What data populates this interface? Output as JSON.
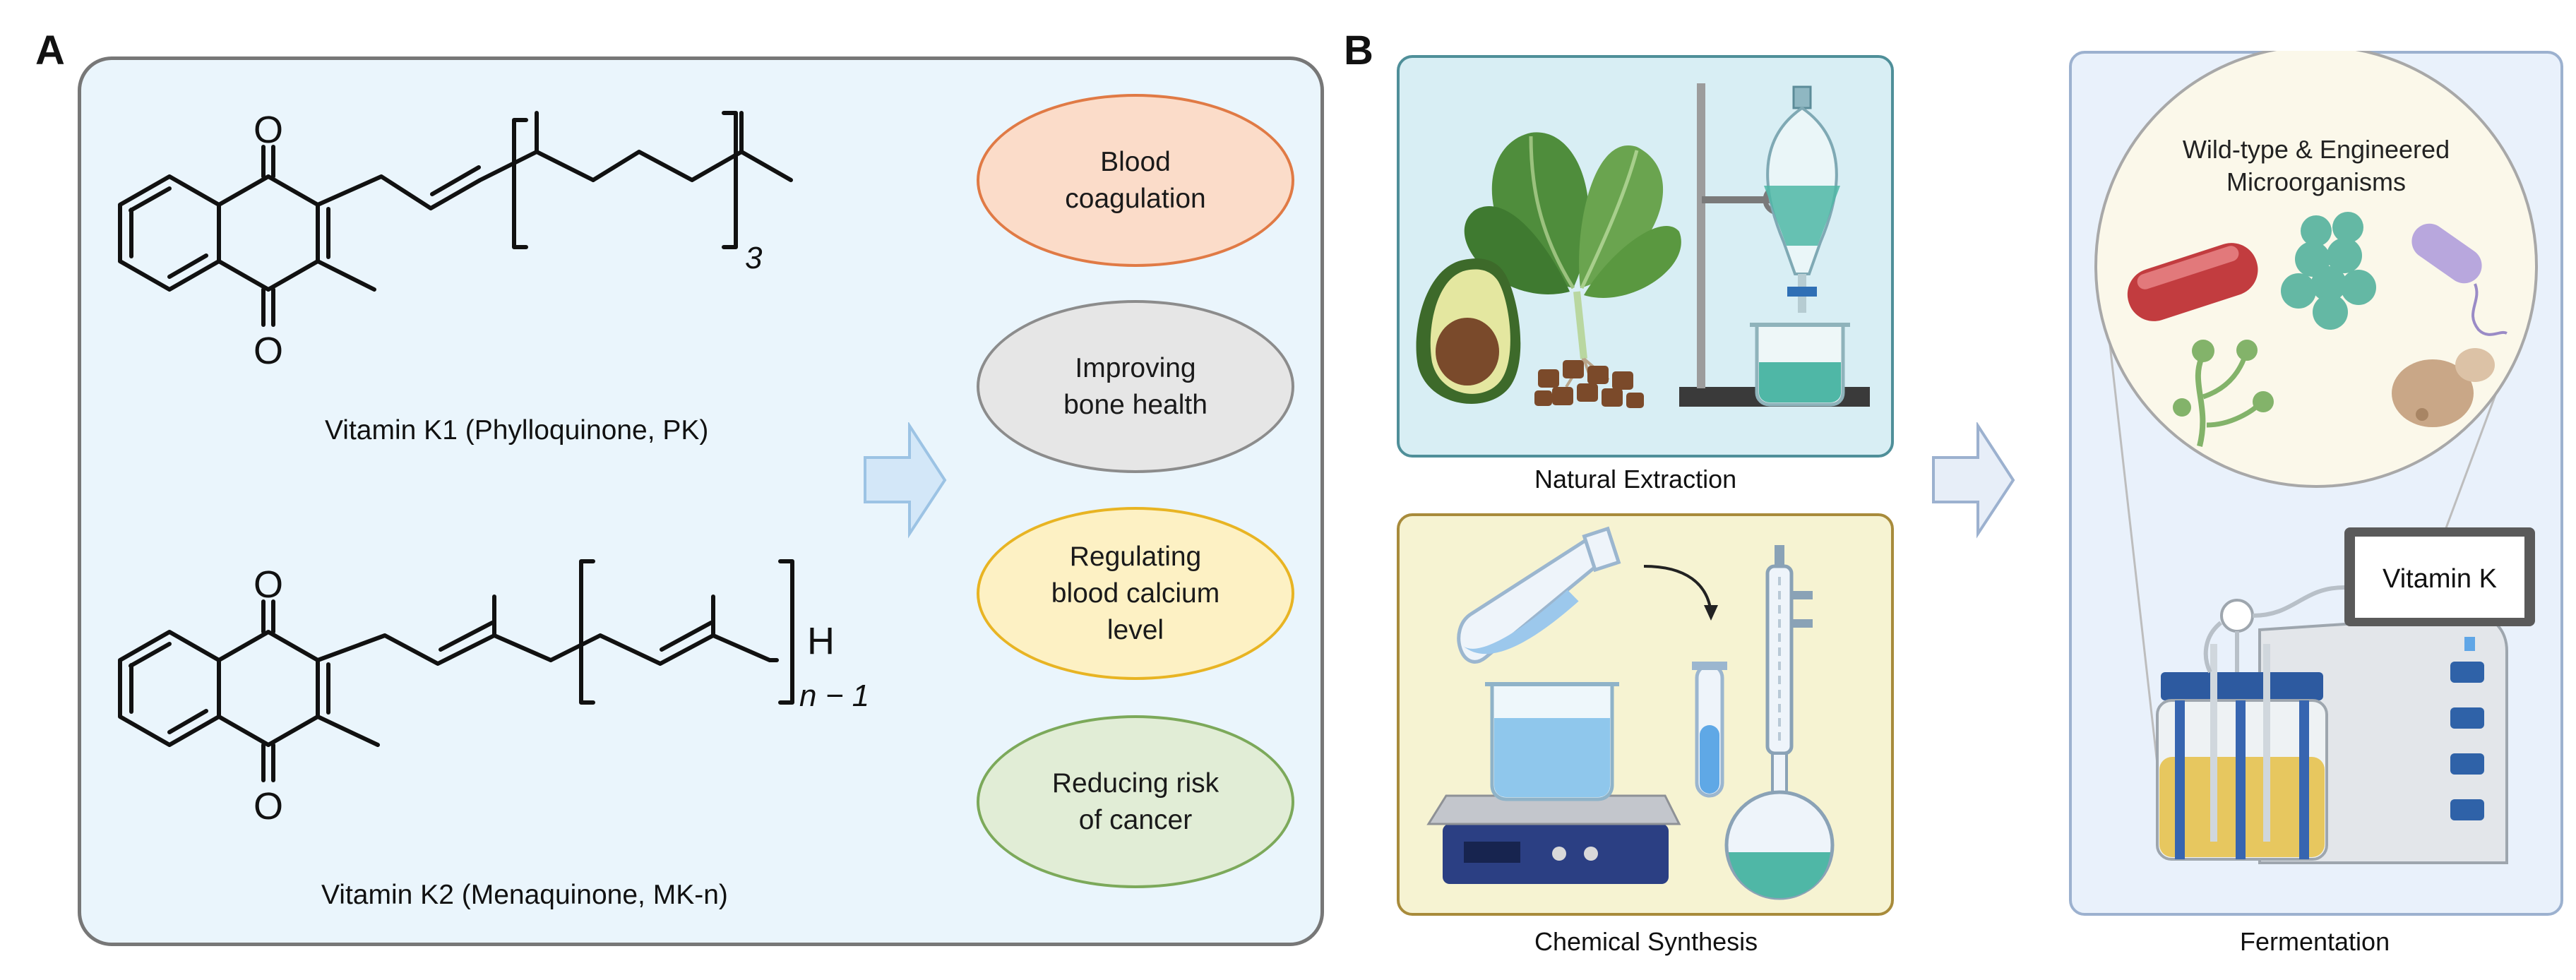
{
  "panel_a": {
    "letter": "A",
    "k1_caption": "Vitamin K1 (Phylloquinone, PK)",
    "k2_caption": "Vitamin K2 (Menaquinone, MK-n)",
    "atom_o": "O",
    "atom_h": "H",
    "k1_subscript": "3",
    "k2_subscript": "n − 1",
    "functions": [
      {
        "label": "Blood\ncoagulation",
        "fill": "#fbdcc9",
        "stroke": "#e07a45"
      },
      {
        "label": "Improving\nbone health",
        "fill": "#e6e6e6",
        "stroke": "#8c8c8c"
      },
      {
        "label": "Regulating\nblood calcium\nlevel",
        "fill": "#fdf1c4",
        "stroke": "#e8b423"
      },
      {
        "label": "Reducing risk\nof cancer",
        "fill": "#e1edd6",
        "stroke": "#7ca95a"
      }
    ],
    "background": "#eaf5fc"
  },
  "panel_b": {
    "letter": "B",
    "natural_caption": "Natural Extraction",
    "chemical_caption": "Chemical Synthesis",
    "fermentation_caption": "Fermentation",
    "microbe_title_1": "Wild-type & Engineered",
    "microbe_title_2": "Microorganisms",
    "screen_label": "Vitamin K",
    "natural_bg": "#d8eef4",
    "chemical_bg": "#f6f3d2",
    "fermentation_bg": "#e9f1fb"
  }
}
